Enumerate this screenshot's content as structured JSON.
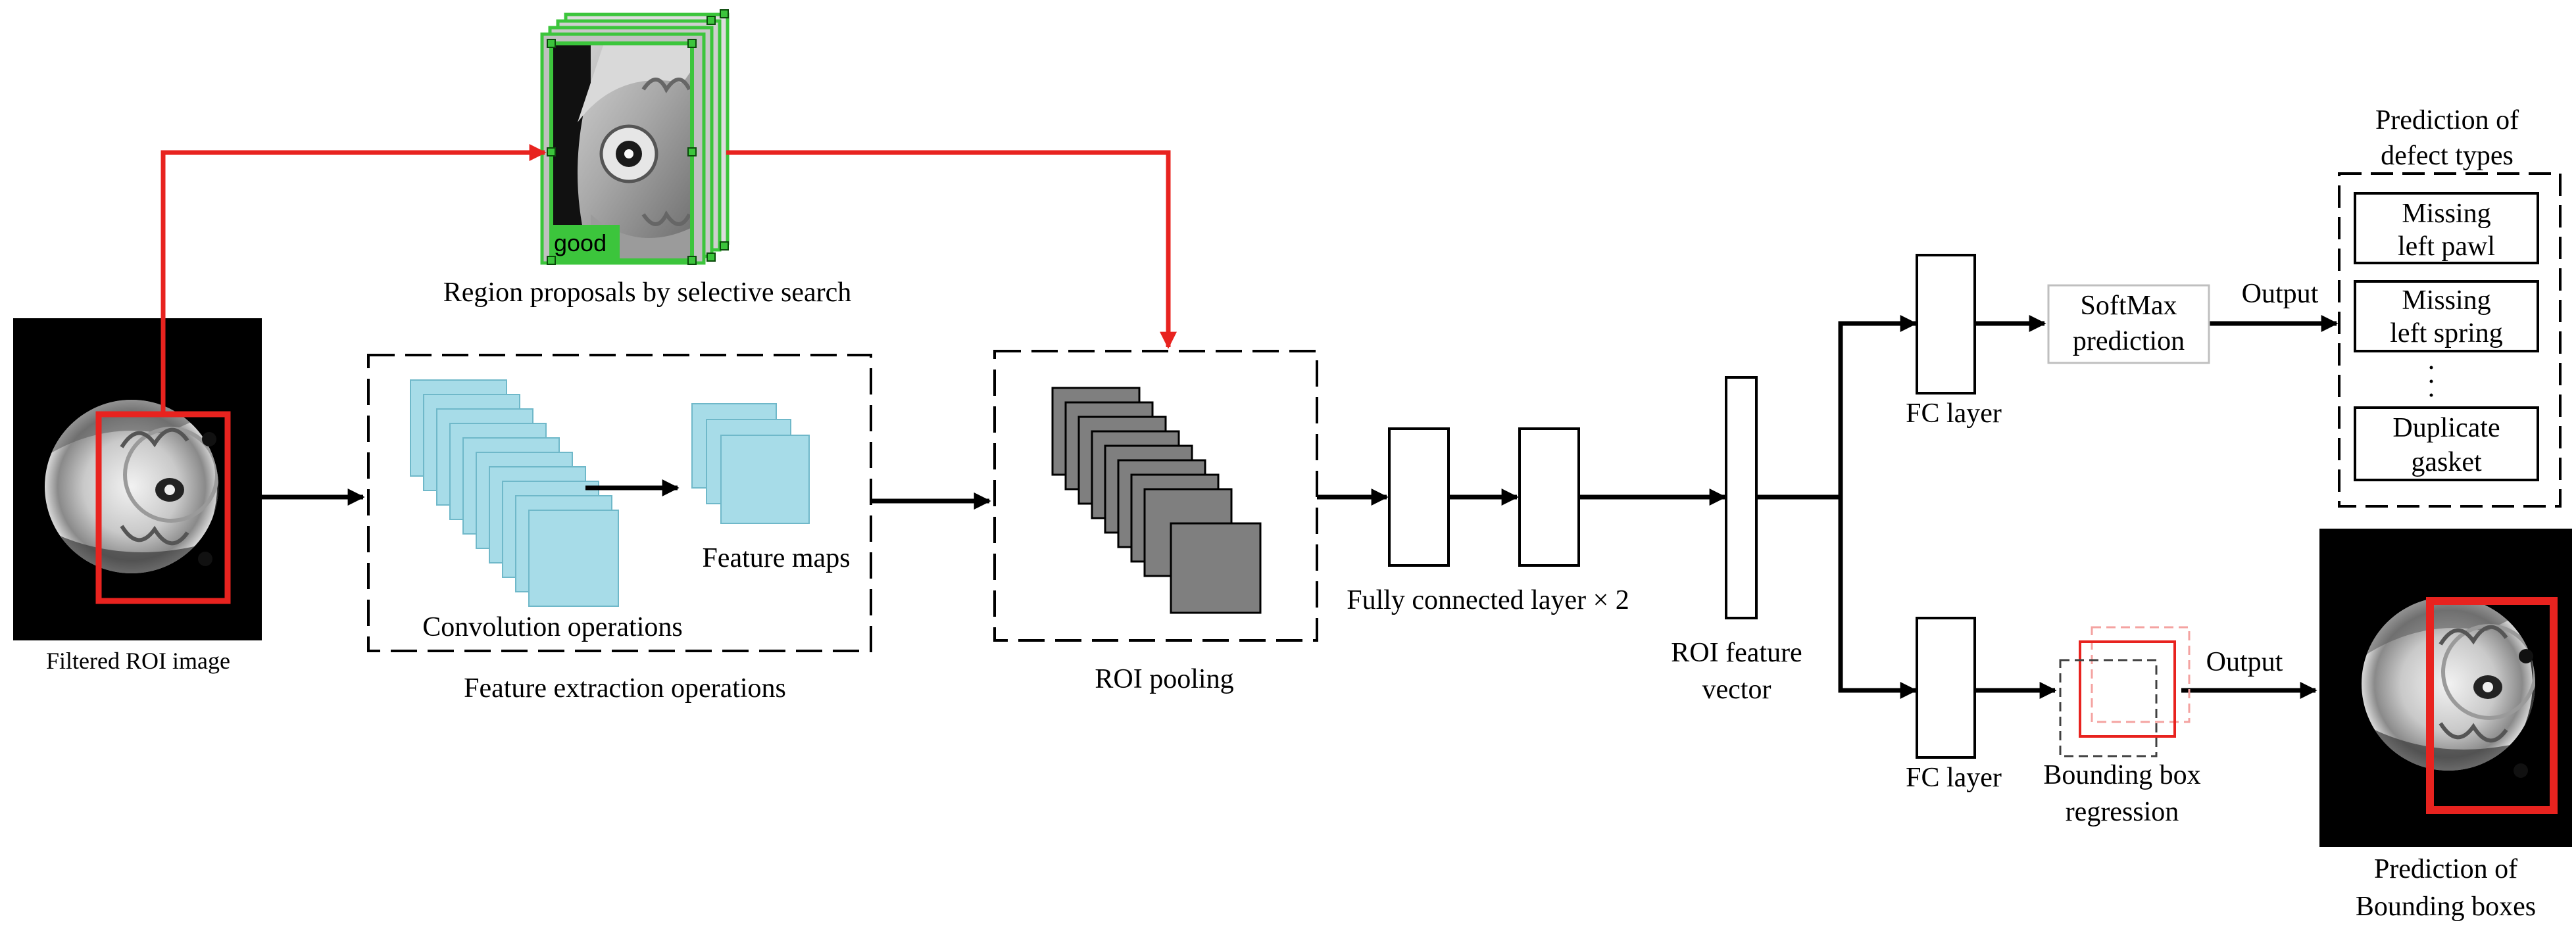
{
  "labels": {
    "region_proposals": "Region proposals by selective search",
    "filtered_roi_image": "Filtered ROI image",
    "convolution_operations": "Convolution operations",
    "feature_maps": "Feature maps",
    "feature_extraction_operations": "Feature extraction operations",
    "roi_pooling": "ROI pooling",
    "fully_connected": "Fully connected layer × 2",
    "roi_feature_vector_line1": "ROI feature",
    "roi_feature_vector_line2": "vector",
    "fc_layer_top": "FC layer",
    "fc_layer_bottom": "FC layer",
    "softmax_line1": "SoftMax",
    "softmax_line2": "prediction",
    "output_top": "Output",
    "output_bottom": "Output",
    "bbox_regression_line1": "Bounding box",
    "bbox_regression_line2": "regression",
    "prediction_defect_line1": "Prediction of",
    "prediction_defect_line2": "defect types",
    "prediction_bbox_line1": "Prediction of",
    "prediction_bbox_line2": "Bounding boxes",
    "good_tag": "good"
  },
  "defect_types": [
    {
      "line1": "Missing",
      "line2": "left pawl"
    },
    {
      "line1": "Missing",
      "line2": "left spring"
    },
    {
      "line1": "Duplicate",
      "line2": "gasket"
    }
  ],
  "ellipsis": ". . .",
  "colors": {
    "red_arrow": "#e8231f",
    "feature_blue": "#a7dce8",
    "pool_gray": "#7f7f7f",
    "proposal_green": "#3cc53c",
    "bbox_red": "#e8231f"
  }
}
